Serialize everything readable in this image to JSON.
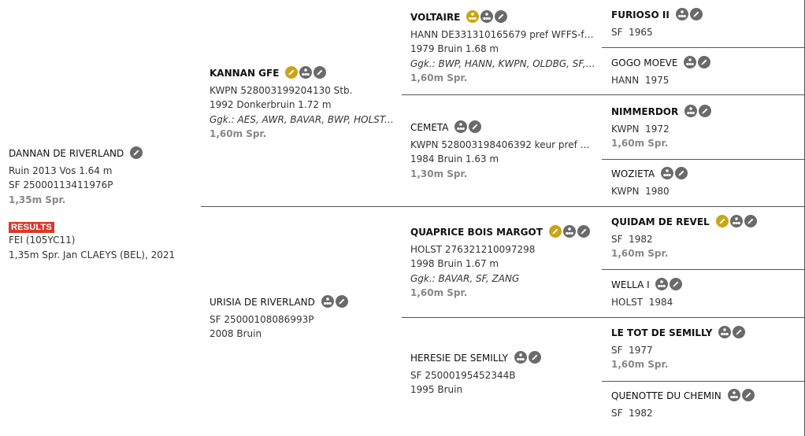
{
  "subject": {
    "name": "DANNAN DE RIVERLAND",
    "details": "Ruin 2013 Vos 1.64 m",
    "reg": "SF 25000113411976P",
    "grade": "1,35m Spr.",
    "results_label": "RESULTS",
    "results_line1": "FEI (105YC11)",
    "results_line2": "1,35m Spr. Jan CLAEYS (BEL), 2021"
  },
  "gen1": {
    "sire": {
      "name": "KANNAN GFE",
      "reg": "KWPN 528003199204130 Stb.",
      "details": "1992 Donkerbruin 1.72 m",
      "approved": "Ggk.: AES, AWR, BAVAR, BWP, HOLST, KW...",
      "grade": "1,60m Spr."
    },
    "dam": {
      "name": "URISIA DE RIVERLAND",
      "reg": "SF 25000108086993P",
      "details": "2008 Bruin"
    }
  },
  "gen2": {
    "ss": {
      "name": "VOLTAIRE",
      "reg": "HANN DE331310165679 pref WFFS-free",
      "details": "1979 Bruin 1.68 m",
      "approved": "Ggk.: BWP, HANN, KWPN, OLDBG, SF, SI-...",
      "grade": "1,60m Spr."
    },
    "sd": {
      "name": "CEMETA",
      "reg": "KWPN 528003198406392 keur pref pr...",
      "details": "1984 Bruin 1.63 m",
      "grade": "1,30m Spr."
    },
    "ds": {
      "name": "QUAPRICE BOIS MARGOT",
      "reg": "HOLST 276321210097298",
      "details": "1998 Bruin 1.67 m",
      "approved": "Ggk.: BAVAR, SF, ZANG",
      "grade": "1,60m Spr."
    },
    "dd": {
      "name": "HERESIE DE SEMILLY",
      "reg": "SF 25000195452344B",
      "details": "1995 Bruin"
    }
  },
  "gen3": [
    {
      "name": "FURIOSO II",
      "reg": "SF  1965",
      "bold": true
    },
    {
      "name": "GOGO MOEVE",
      "reg": "HANN  1975",
      "bold": false
    },
    {
      "name": "NIMMERDOR",
      "reg": "KWPN  1972",
      "grade": "1,60m Spr.",
      "bold": true
    },
    {
      "name": "WOZIETA",
      "reg": "KWPN  1980",
      "bold": false
    },
    {
      "name": "QUIDAM DE REVEL",
      "reg": "SF  1982",
      "grade": "1,60m Spr.",
      "bold": true
    },
    {
      "name": "WELLA I",
      "reg": "HOLST  1984",
      "bold": false
    },
    {
      "name": "LE TOT DE SEMILLY",
      "reg": "SF  1977",
      "grade": "1,60m Spr.",
      "bold": true
    },
    {
      "name": "QUENOTTE DU CHEMIN",
      "reg": "SF  1982",
      "bold": false
    }
  ],
  "colors": {
    "gold_icon": "#c9a516",
    "gray_icon": "#6a6a6a",
    "results_red": "#d93a2b",
    "grade_gray": "#888888"
  }
}
